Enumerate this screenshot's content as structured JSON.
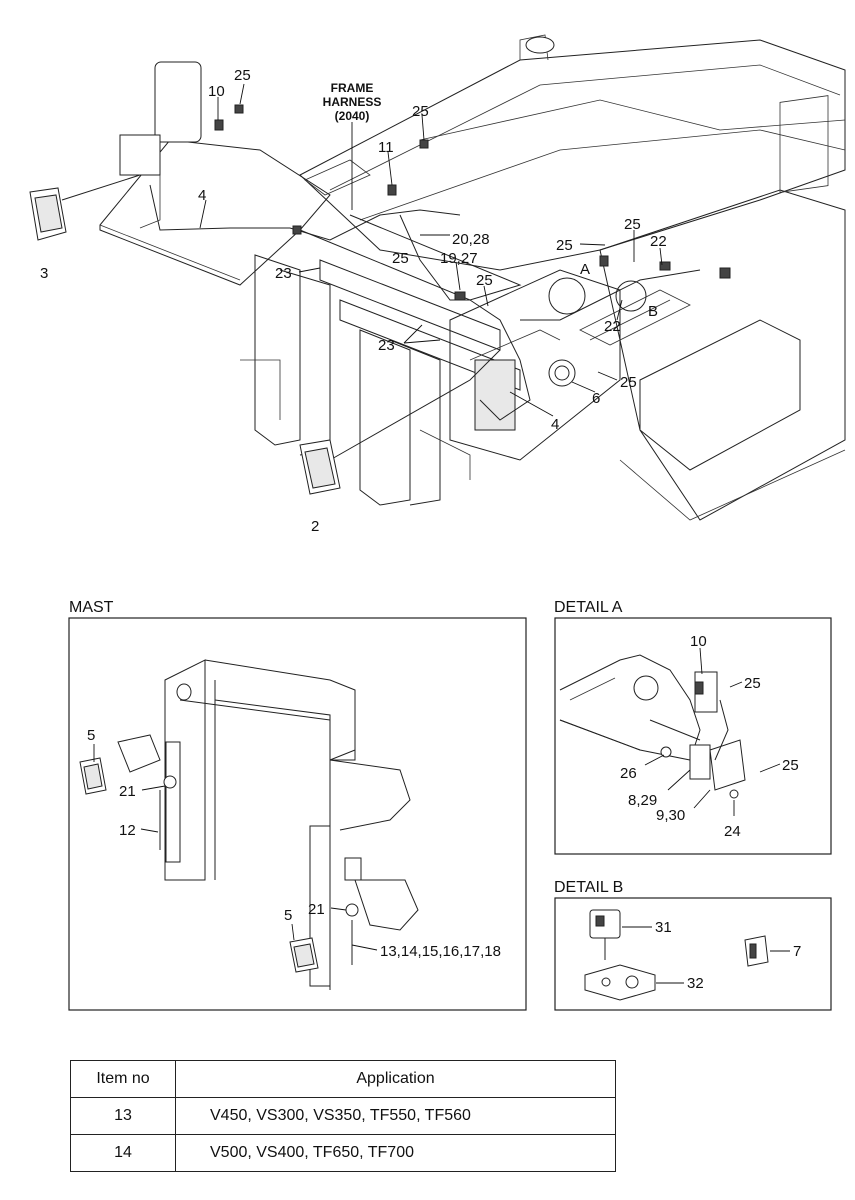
{
  "labels": {
    "frame_harness": [
      "FRAME",
      "HARNESS",
      "(2040)"
    ],
    "mast": "MAST",
    "detail_a": "DETAIL A",
    "detail_b": "DETAIL B",
    "point_a": "A",
    "point_b": "B"
  },
  "callouts": {
    "c25": "25",
    "c10": "10",
    "c11": "11",
    "c4": "4",
    "c3": "3",
    "c2": "2",
    "c23": "23",
    "c20_28": "20,28",
    "c19_27": "19,27",
    "c22": "22",
    "c6": "6",
    "c5": "5",
    "c21": "21",
    "c12": "12",
    "c13_18": "13,14,15,16,17,18",
    "c26": "26",
    "c8_29": "8,29",
    "c9_30": "9,30",
    "c24": "24",
    "c31": "31",
    "c7": "7",
    "c32": "32"
  },
  "table": {
    "headers": [
      "Item no",
      "Application"
    ],
    "rows": [
      {
        "item": "13",
        "application": "V450, VS300, VS350, TF550, TF560"
      },
      {
        "item": "14",
        "application": "V500, VS400, TF650, TF700"
      }
    ]
  }
}
